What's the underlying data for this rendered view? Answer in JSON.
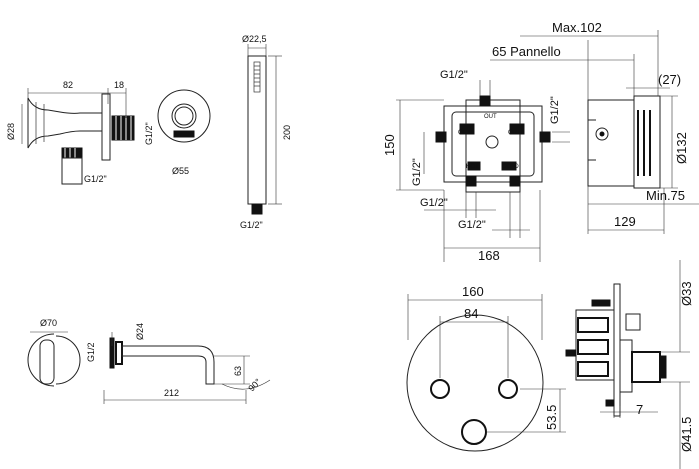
{
  "labels": {
    "wall_holder": {
      "width": "82",
      "depth": "18",
      "diameter": "Ø28",
      "thread_side": "G1/2\"",
      "thread_bottom": "G1/2\"",
      "front_diameter": "Ø55"
    },
    "shower_head": {
      "diameter": "Ø22,5",
      "length": "200",
      "thread": "G1/2\""
    },
    "spout": {
      "plate": "Ø70",
      "pipe": "Ø24",
      "thread": "G1/2",
      "length": "212",
      "height": "63",
      "angle": "90°"
    },
    "box_front": {
      "thread_top": "G1/2\"",
      "thread_right": "G1/2\"",
      "height": "150",
      "thread_left": "G1/2\"",
      "thread_bottom_left": "G1/2\"",
      "thread_bottom_mid": "G1/2\"",
      "width": "168",
      "port_out_left": "OUT",
      "port_out_right": "OUT",
      "port_out_top": "OUT",
      "port_hot": "HOT",
      "port_cold": "COLD"
    },
    "box_side": {
      "max": "Max.102",
      "panel": "65 Pannello",
      "offset": "(27)",
      "diameter": "Ø132",
      "min": "Min.75",
      "depth": "129"
    },
    "plate_front": {
      "diameter": "160",
      "spacing": "84",
      "height": "53.5"
    },
    "plate_side": {
      "knob_diameter": "Ø33",
      "depth": "7",
      "diameter": "Ø41.5"
    }
  }
}
